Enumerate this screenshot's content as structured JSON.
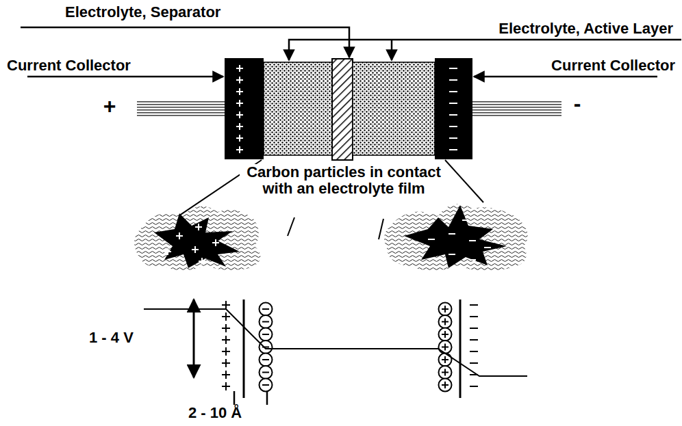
{
  "diagram": {
    "labels": [
      "Electrolyte, Separator",
      "Electrolyte, Active Layer",
      "Current Collector",
      "Current Collector",
      "+",
      "-",
      "Carbon particles in contact with an electrolyte film",
      "1 - 4 V",
      "2 - 10 Å"
    ]
  }
}
